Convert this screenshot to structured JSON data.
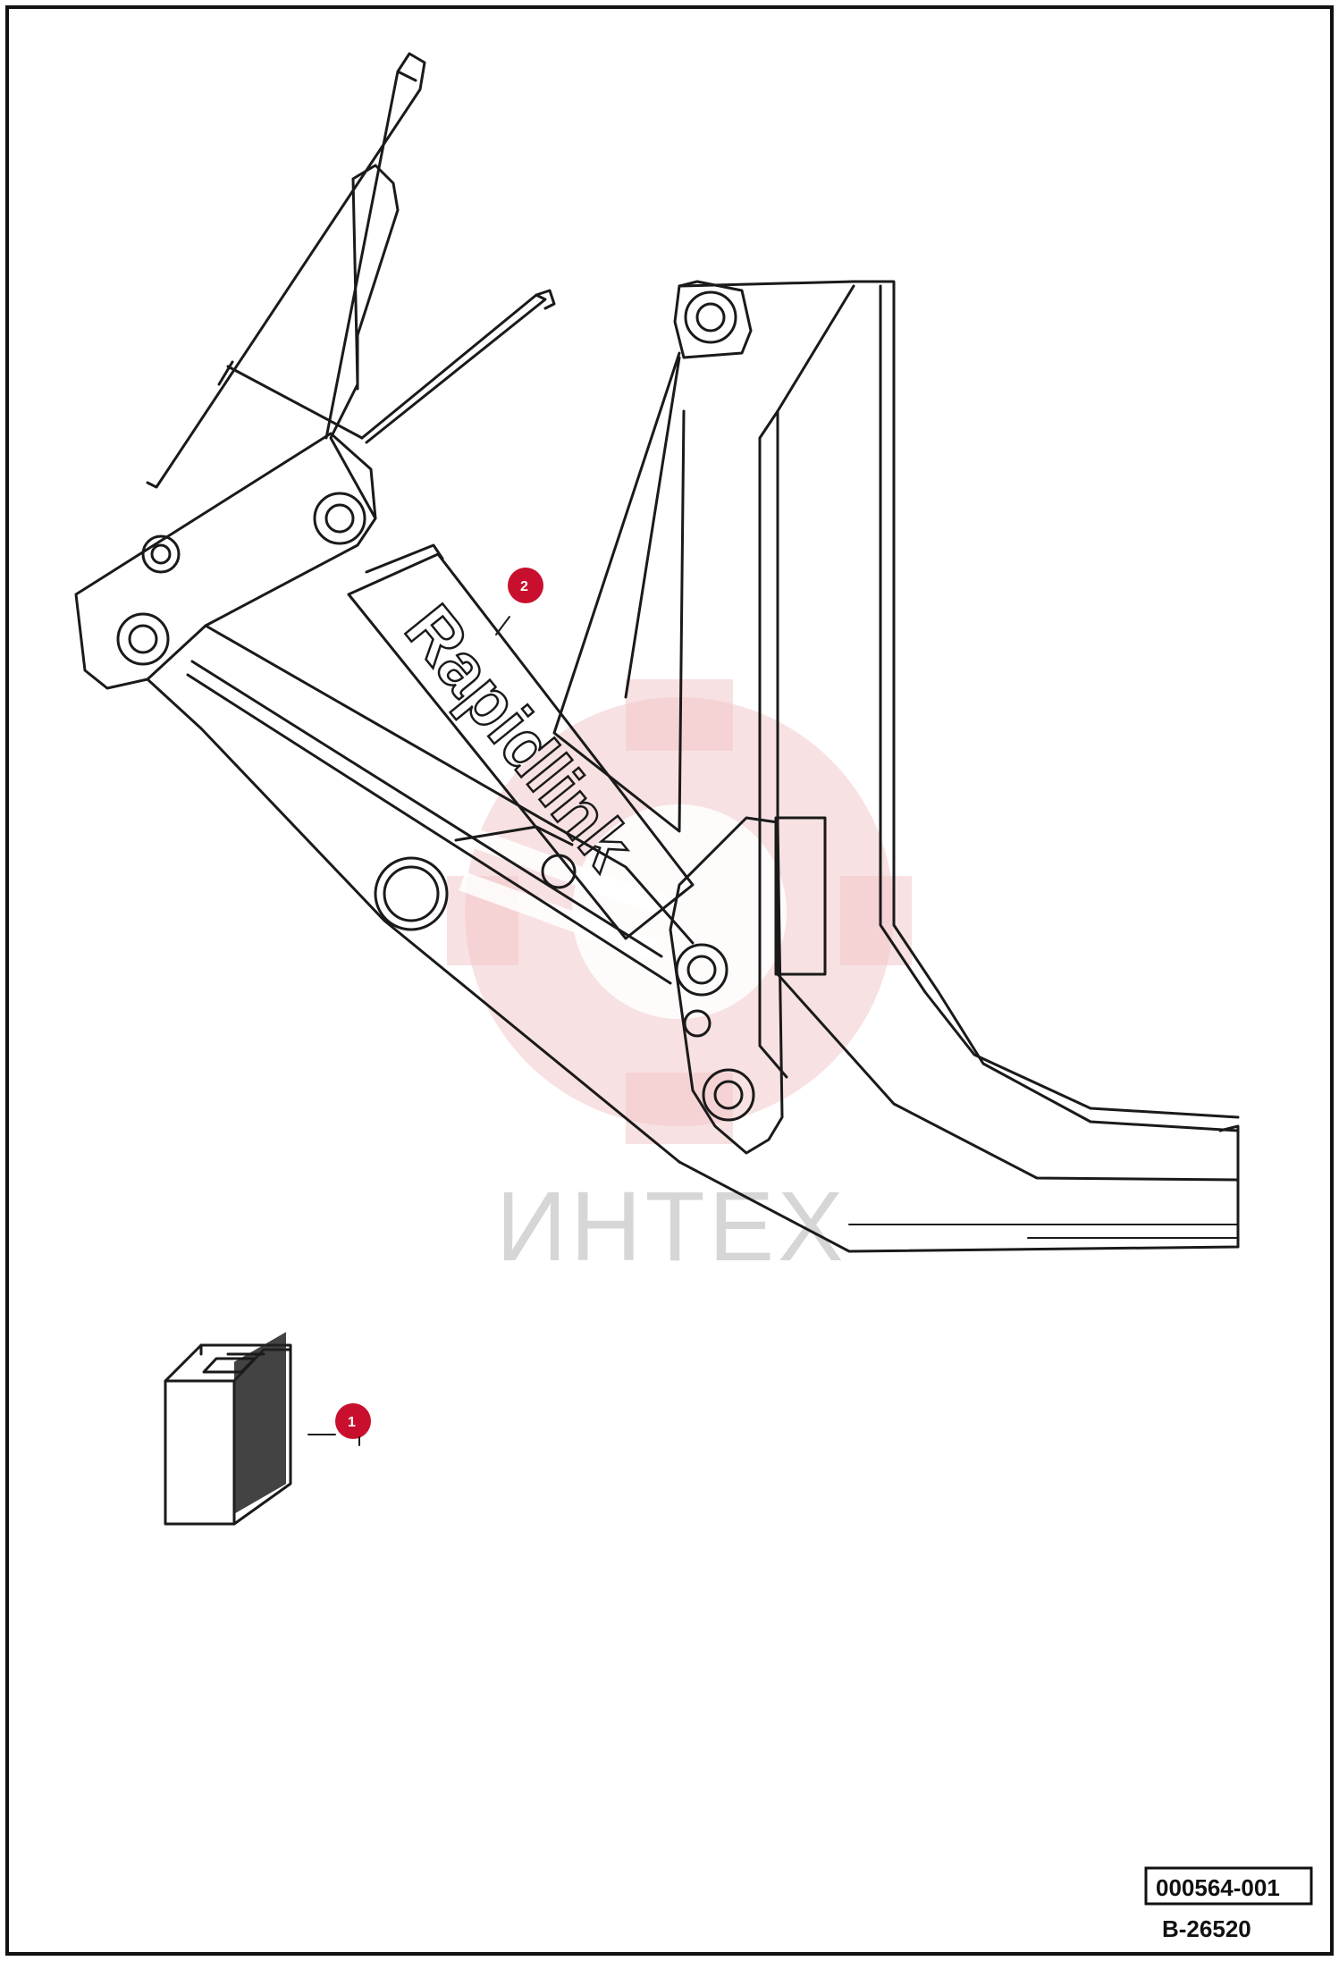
{
  "watermark": {
    "text": "ИНТЕХ",
    "color": "#f3c9cb",
    "text_color": "#d6d6d6"
  },
  "decal": {
    "text": "Rapidlink"
  },
  "callouts": [
    {
      "label": "1",
      "color": "#c8102e"
    },
    {
      "label": "2",
      "color": "#c8102e"
    }
  ],
  "part_number": "000564-001",
  "drawing_number": "B-26520"
}
